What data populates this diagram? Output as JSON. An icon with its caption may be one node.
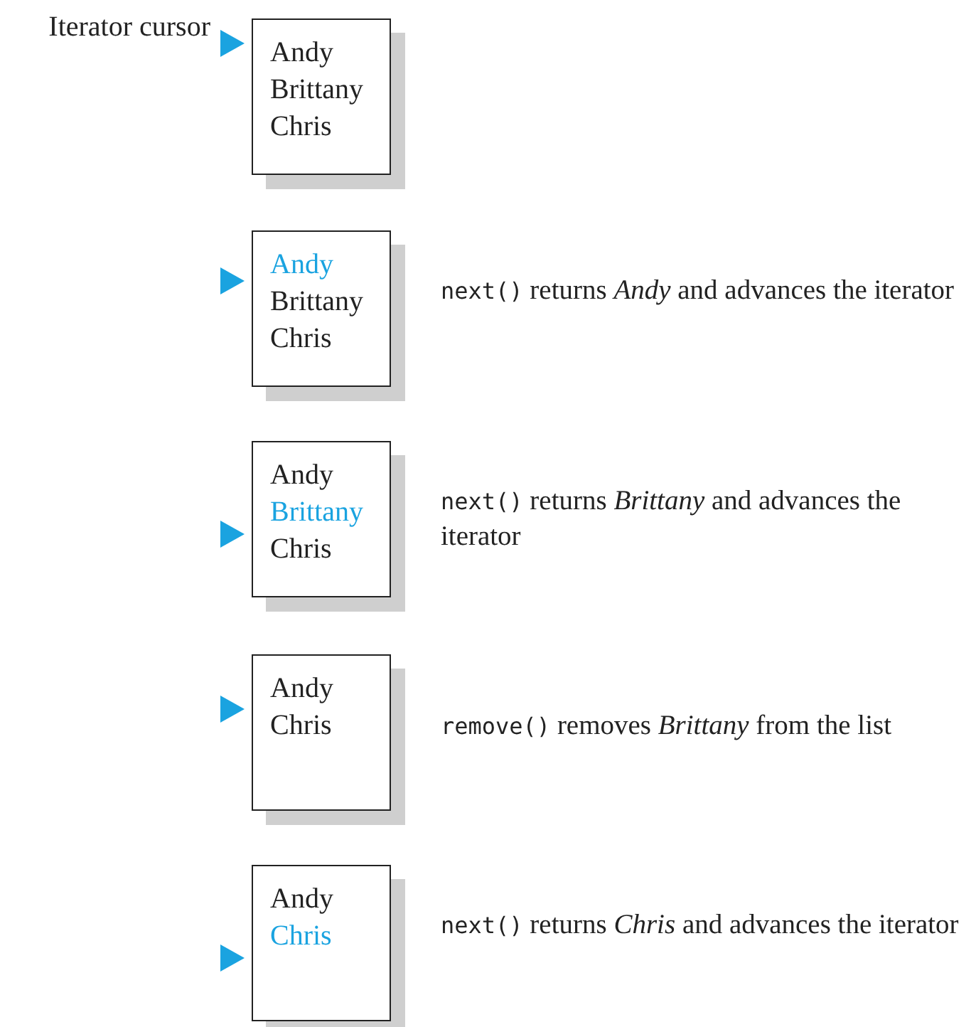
{
  "diagram": {
    "nodes": [
      {
        "text": [
          "Andy",
          "Brittany",
          "Chris"
        ]
      },
      {
        "text": [
          "Andy",
          "Brittany",
          "Chris"
        ],
        "beside": [
          "next() returns *Andy* and advances the iterator"
        ]
      },
      {
        "text": [
          "Andy",
          "Brittany",
          "Chris"
        ],
        "beside": [
          "next() returns *Brittany* and advances the iterator"
        ]
      },
      {
        "text": [
          "Andy",
          "Chris"
        ],
        "beside": [
          "remove() removes *Brittany* from the list"
        ]
      },
      {
        "text": [
          "Andy",
          "Chris"
        ],
        "beside": [
          "next() returns *Chris* and advances the iterator"
        ]
      }
    ],
    "edges": [],
    "labels": [
      "Iterator cursor"
    ]
  }
}
